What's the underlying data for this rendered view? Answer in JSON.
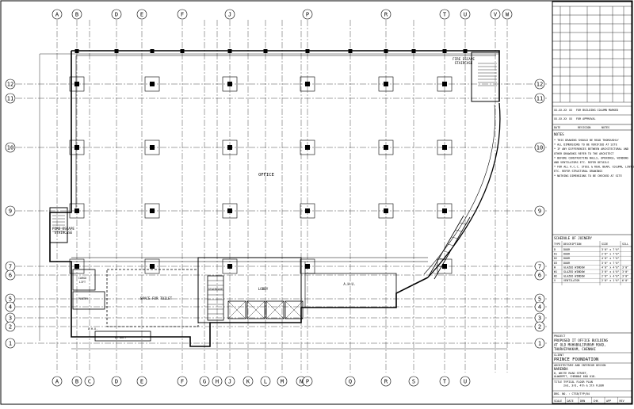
{
  "grid": {
    "columns": [
      "A",
      "B",
      "C",
      "D",
      "E",
      "F",
      "G",
      "H",
      "J",
      "K",
      "L",
      "M",
      "N",
      "P",
      "Q",
      "R",
      "S",
      "T",
      "U",
      "V",
      "W"
    ],
    "top_columns": [
      "A",
      "B",
      "D",
      "E",
      "F",
      "J",
      "P",
      "R",
      "T",
      "U",
      "V",
      "W"
    ],
    "bottom_columns": [
      "A",
      "B",
      "C",
      "D",
      "E",
      "F",
      "G",
      "H",
      "J",
      "K",
      "L",
      "M",
      "N",
      "P",
      "Q",
      "R",
      "S",
      "T",
      "U"
    ],
    "rows": [
      "12",
      "11",
      "10",
      "9",
      "7",
      "6",
      "5",
      "4",
      "3",
      "2",
      "1"
    ]
  },
  "room_labels": {
    "office": "OFFICE",
    "fire_escape_right": "FIRE ESCAPE\nSTAIRCASE",
    "fire_escape_left": "FIRE ESCAPE\nSTAIRCASE",
    "space_for_toilet": "SPACE FOR TOILET",
    "lobby": "LOBBY",
    "staircase": "STAIRCASE",
    "ahu": "A.H.U.",
    "ahu_left": "A.H.U.",
    "cargo_lift": "CARGO\nLIFT",
    "pantry": "PANTRY",
    "ac_duct": "AC DUCT"
  },
  "title_block": {
    "revisions": [
      {
        "date": "XX-XX-XX",
        "no": "XX",
        "desc": "FOR BUILDING COLUMN MARKED"
      },
      {
        "date": "XX-XX-XX",
        "no": "XX",
        "desc": "FOR APPROVAL"
      }
    ],
    "rev_header": [
      "DATE",
      "REVISION",
      "NOTES"
    ],
    "notes_title": "NOTES",
    "notes": [
      "* THIS DRAWING SHOULD BE READ THOROUGHLY",
      "* ALL DIMENSIONS TO BE VERIFIED AT SITE",
      "* IF ANY DIFFERENCES BETWEEN ARCHITECTURAL AND",
      "  OTHER DRAWINGS REFER TO THE ARCHITECT",
      "* BEFORE CONSTRUCTING WALLS, OPENINGS, WINDOWS",
      "  AND VENTILATORS ETC. REFER DETAILS",
      "* FOR ALL R.C.C. STEEL & REAL BEAM, COLUMN, LINTEL",
      "  ETC. REFER STRUCTURAL DRAWINGS",
      "* NOTHING DIMENSIONS TO BE CHECKED AT SITE"
    ],
    "schedule_title": "SCHEDULE OF JOINERY",
    "schedule_header": [
      "TYPE",
      "DESCRIPTION",
      "SIZE",
      "SILL"
    ],
    "schedule_rows": [
      [
        "D",
        "DOOR",
        "3'0\" x 7'0\"",
        ""
      ],
      [
        "D1",
        "DOOR",
        "2'6\" x 7'0\"",
        ""
      ],
      [
        "D2",
        "DOOR",
        "4'0\" x 7'0\"",
        ""
      ],
      [
        "D3",
        "DOOR",
        "3'0\" x 7'0\"",
        ""
      ],
      [
        "W",
        "GLAZED WINDOW",
        "4'0\" x 4'0\"",
        "3'0\""
      ],
      [
        "W1",
        "GLAZED WINDOW",
        "3'0\" x 4'0\"",
        "3'0\""
      ],
      [
        "W2",
        "GLAZED WINDOW",
        "2'0\" x 4'0\"",
        "3'0\""
      ],
      [
        "V",
        "VENTILATOR",
        "2'0\" x 1'6\"",
        "6'0\""
      ]
    ],
    "project_label": "PROJECT",
    "project_lines": [
      "PROPOSED IT OFFICE BUILDING",
      "AT OLD MAHABALIPURAM ROAD,",
      "THURAIPAKKAM, CHENNAI"
    ],
    "client_label": "CLIENT",
    "client_name": "PRINCE FOUNDATION",
    "architect_label": "ARCHITECTURE AND INTERIOR DESIGN",
    "architect_name": "NARENDA",
    "address_lines": [
      "8, WHITE ROAD STREET,",
      "ALWARPET, CHENNAI 600 018."
    ],
    "title_label": "TITLE :",
    "title_lines": [
      "TYPICAL FLOOR PLAN",
      "2nd, 3rd, 4th & 5th FLOOR"
    ],
    "drg_no": "DRG. NO. : CTSB/TYP/04",
    "footer_cells": [
      "SCALE",
      "DATE",
      "DRN",
      "CHK",
      "APP",
      "REV"
    ]
  }
}
